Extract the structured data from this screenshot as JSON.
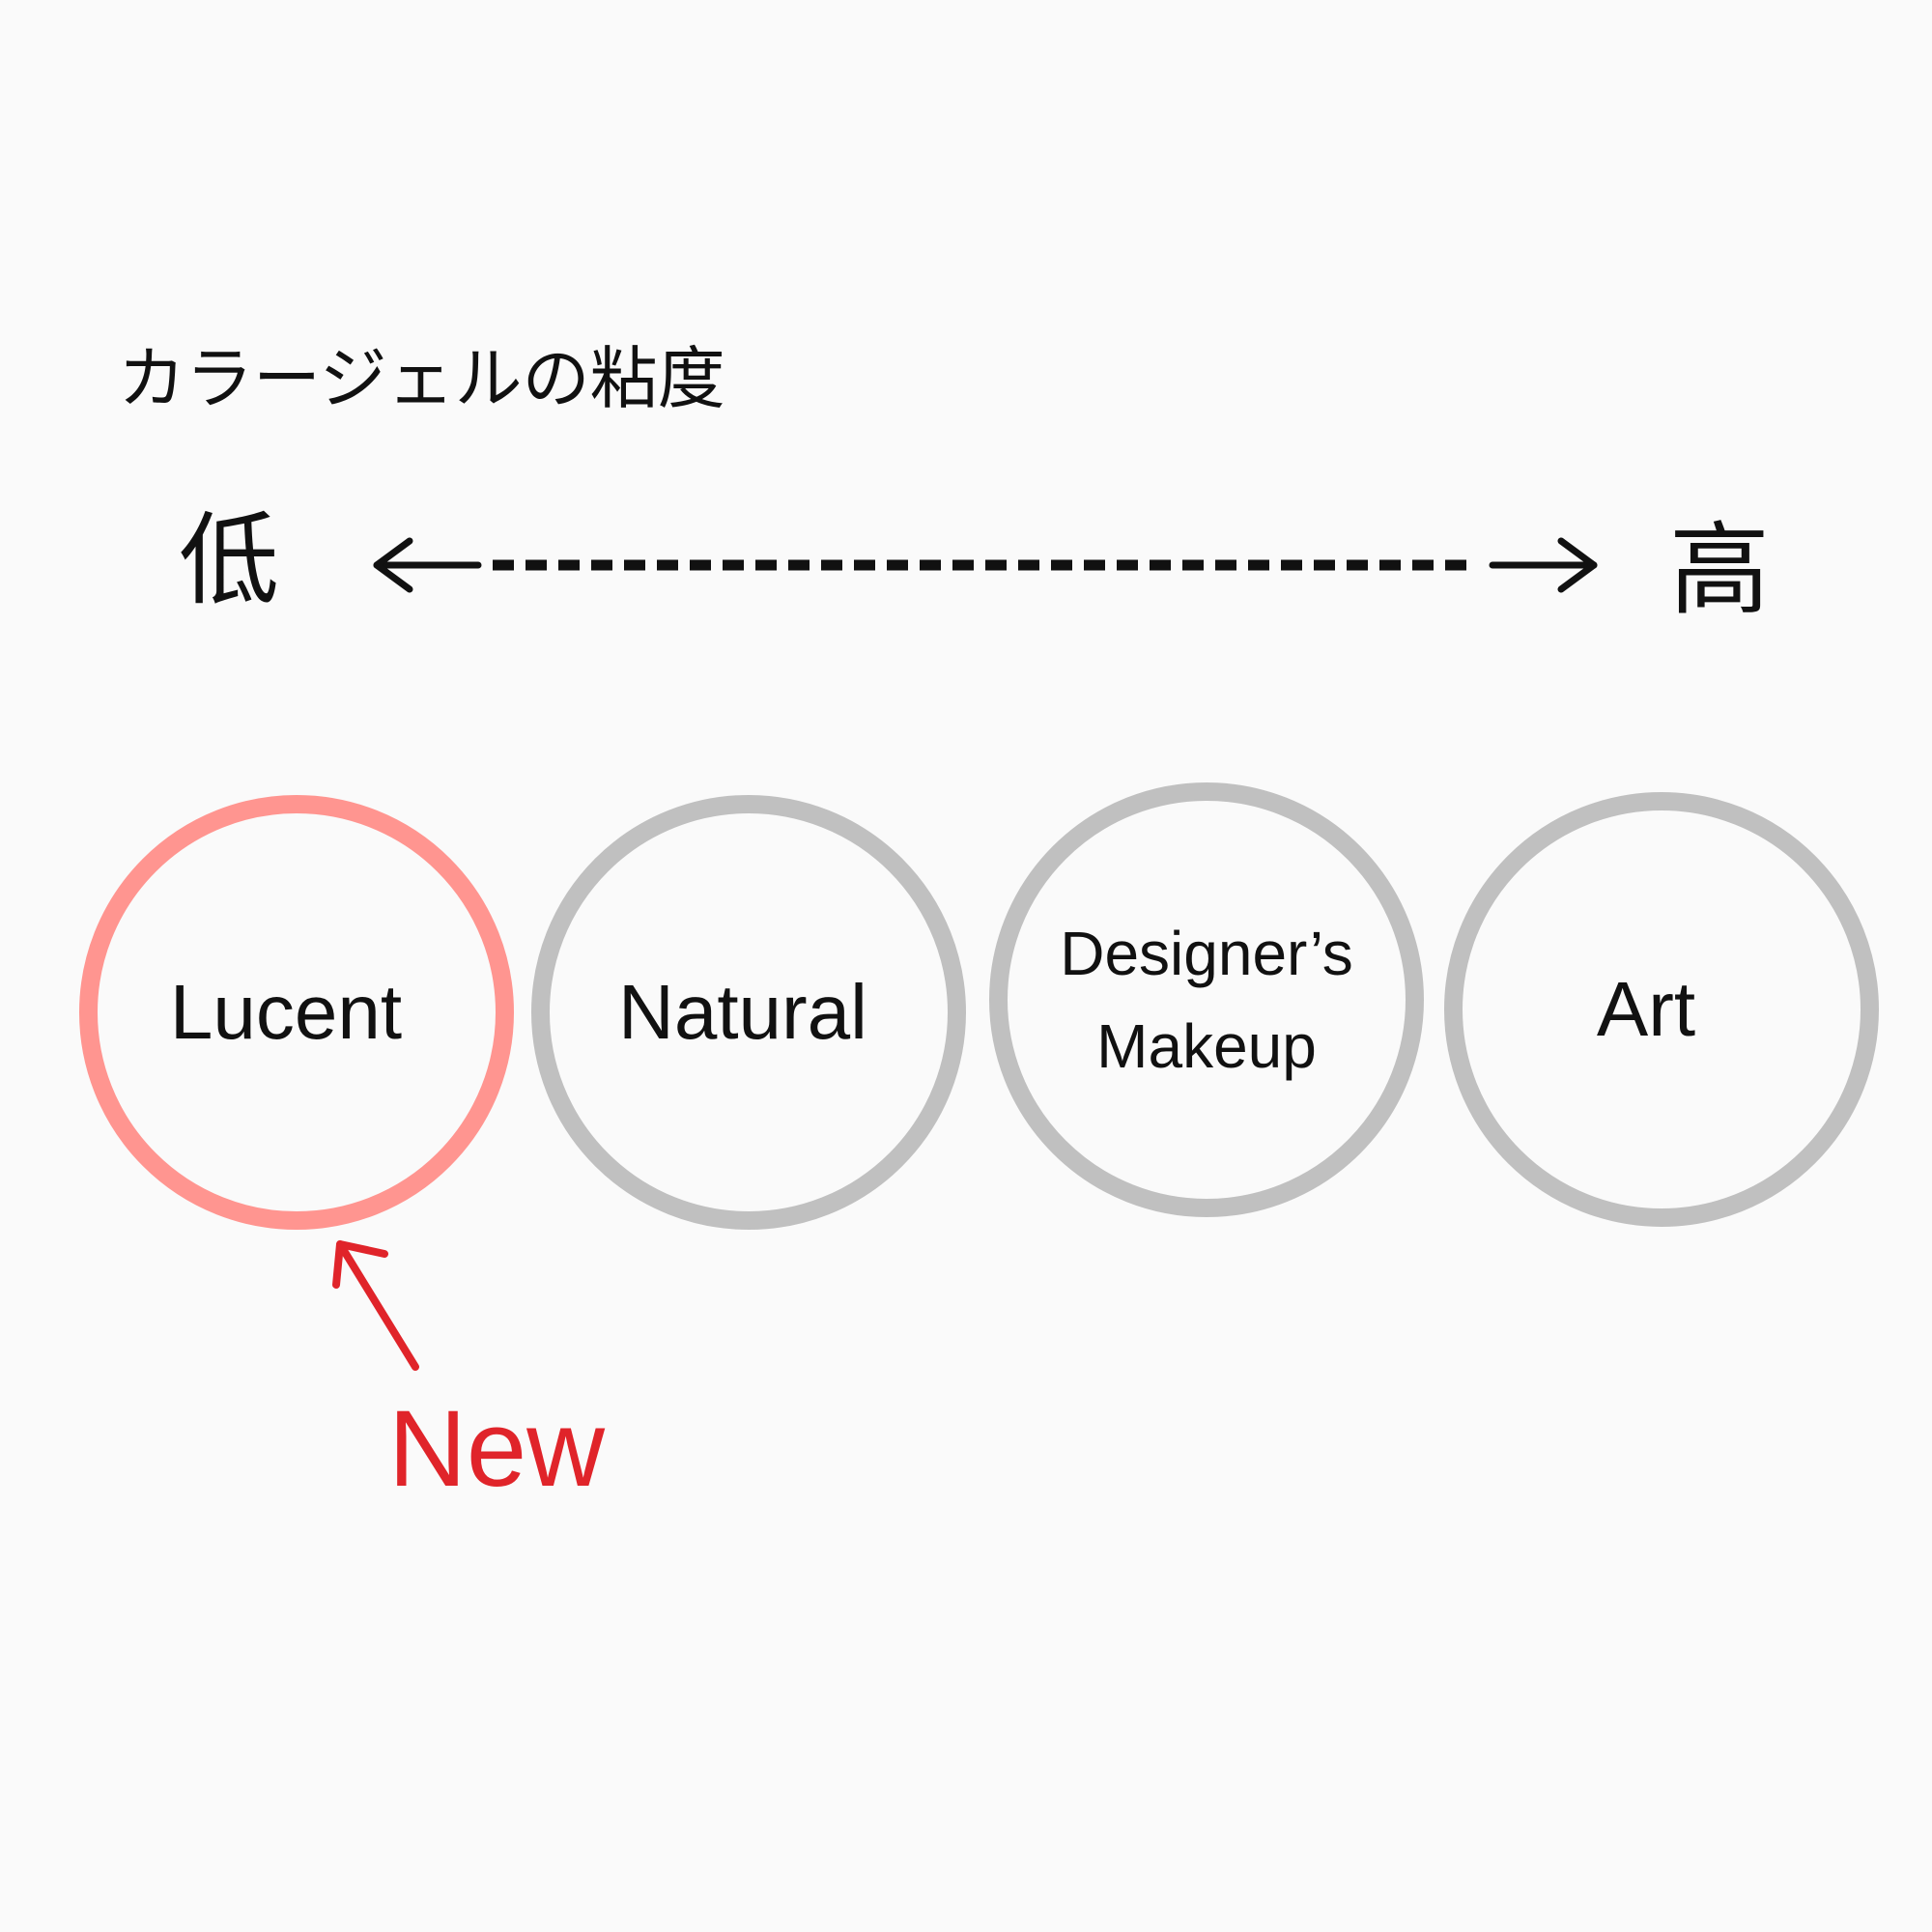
{
  "title": "カラージェルの粘度",
  "scale": {
    "low_label": "低",
    "high_label": "高"
  },
  "products": [
    {
      "label_lines": [
        "Lucent"
      ],
      "highlighted": true
    },
    {
      "label_lines": [
        "Natural"
      ],
      "highlighted": false
    },
    {
      "label_lines": [
        "Designer’s",
        "Makeup"
      ],
      "highlighted": false
    },
    {
      "label_lines": [
        "Art"
      ],
      "highlighted": false
    }
  ],
  "new_marker": {
    "label": "New",
    "target_product": "Lucent"
  },
  "colors": {
    "highlight_ring": "#ff9590",
    "default_ring": "#c0c0c0",
    "new_text": "#e0242a",
    "text": "#111111",
    "background": "#fafafa"
  }
}
